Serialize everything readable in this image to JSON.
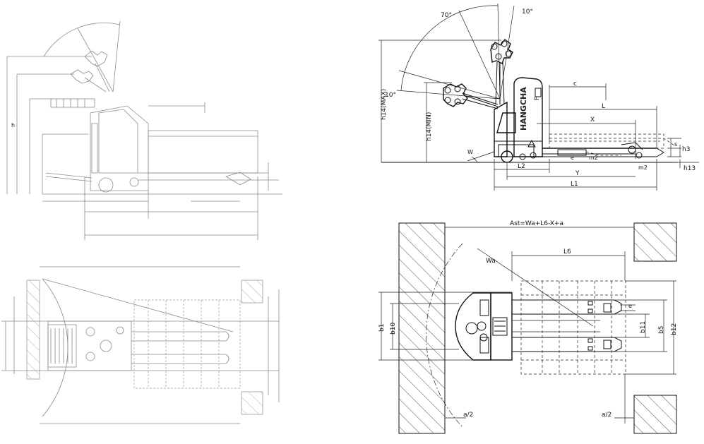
{
  "brand": {
    "text": "HANGCHA",
    "plate": "F"
  },
  "side_view": {
    "labels": {
      "angle_70": "70°",
      "angle_10_top": "10°",
      "angle_10_left": "10°",
      "h14_max": "h14(MAX)",
      "h14_min": "h14(MIN)",
      "c": "c",
      "L": "L",
      "X": "X",
      "s": "s",
      "h3": "h3",
      "h13": "h13",
      "L2": "L2",
      "Y": "Y",
      "L1": "L1",
      "m2": "m2",
      "W": "W",
      "e": "e"
    }
  },
  "top_view": {
    "labels": {
      "ast": "Ast=Wa+L6-X+a",
      "L6": "L6",
      "wa": "Wa",
      "b1": "b1",
      "b10": "b10",
      "b11": "b11",
      "b5": "b5",
      "b12": "b12",
      "a_half_left": "a/2",
      "a_half_right": "a/2",
      "e": "e"
    }
  },
  "faded_side_view": {
    "labels": {
      "h": "h"
    }
  }
}
